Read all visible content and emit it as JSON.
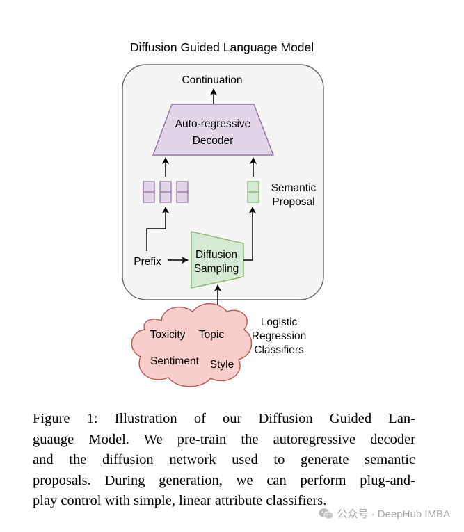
{
  "diagram": {
    "title": "Diffusion Guided Language Model",
    "output_label": "Continuation",
    "decoder_label_line1": "Auto-regressive",
    "decoder_label_line2": "Decoder",
    "semantic_label_line1": "Semantic",
    "semantic_label_line2": "Proposal",
    "prefix_label": "Prefix",
    "diffusion_label_line1": "Diffusion",
    "diffusion_label_line2": "Sampling",
    "classifier_label_line1": "Logistic",
    "classifier_label_line2": "Regression",
    "classifier_label_line3": "Classifiers",
    "attributes": {
      "toxicity": "Toxicity",
      "topic": "Topic",
      "sentiment": "Sentiment",
      "style": "Style"
    },
    "colors": {
      "decoder_fill": "#e1d5e7",
      "decoder_stroke": "#9673a6",
      "diffusion_fill": "#d5e8d4",
      "diffusion_stroke": "#82b366",
      "cloud_fill": "#f8cecc",
      "cloud_stroke": "#b85450",
      "panel_fill": "#f5f5f5",
      "panel_stroke": "#666666"
    }
  },
  "caption": {
    "line1": "Figure 1: Illustration of our Diffusion Guided Lan-",
    "line2": "guauge Model. We pre-train the autoregressive decoder",
    "line3": "and the diffusion network used to generate semantic",
    "line4": "proposals. During generation, we can perform plug-and-",
    "line5": "play control with simple, linear attribute classifiers."
  },
  "watermark": {
    "icon": "wechat-icon",
    "text": "公众号 · DeepHub IMBA"
  }
}
